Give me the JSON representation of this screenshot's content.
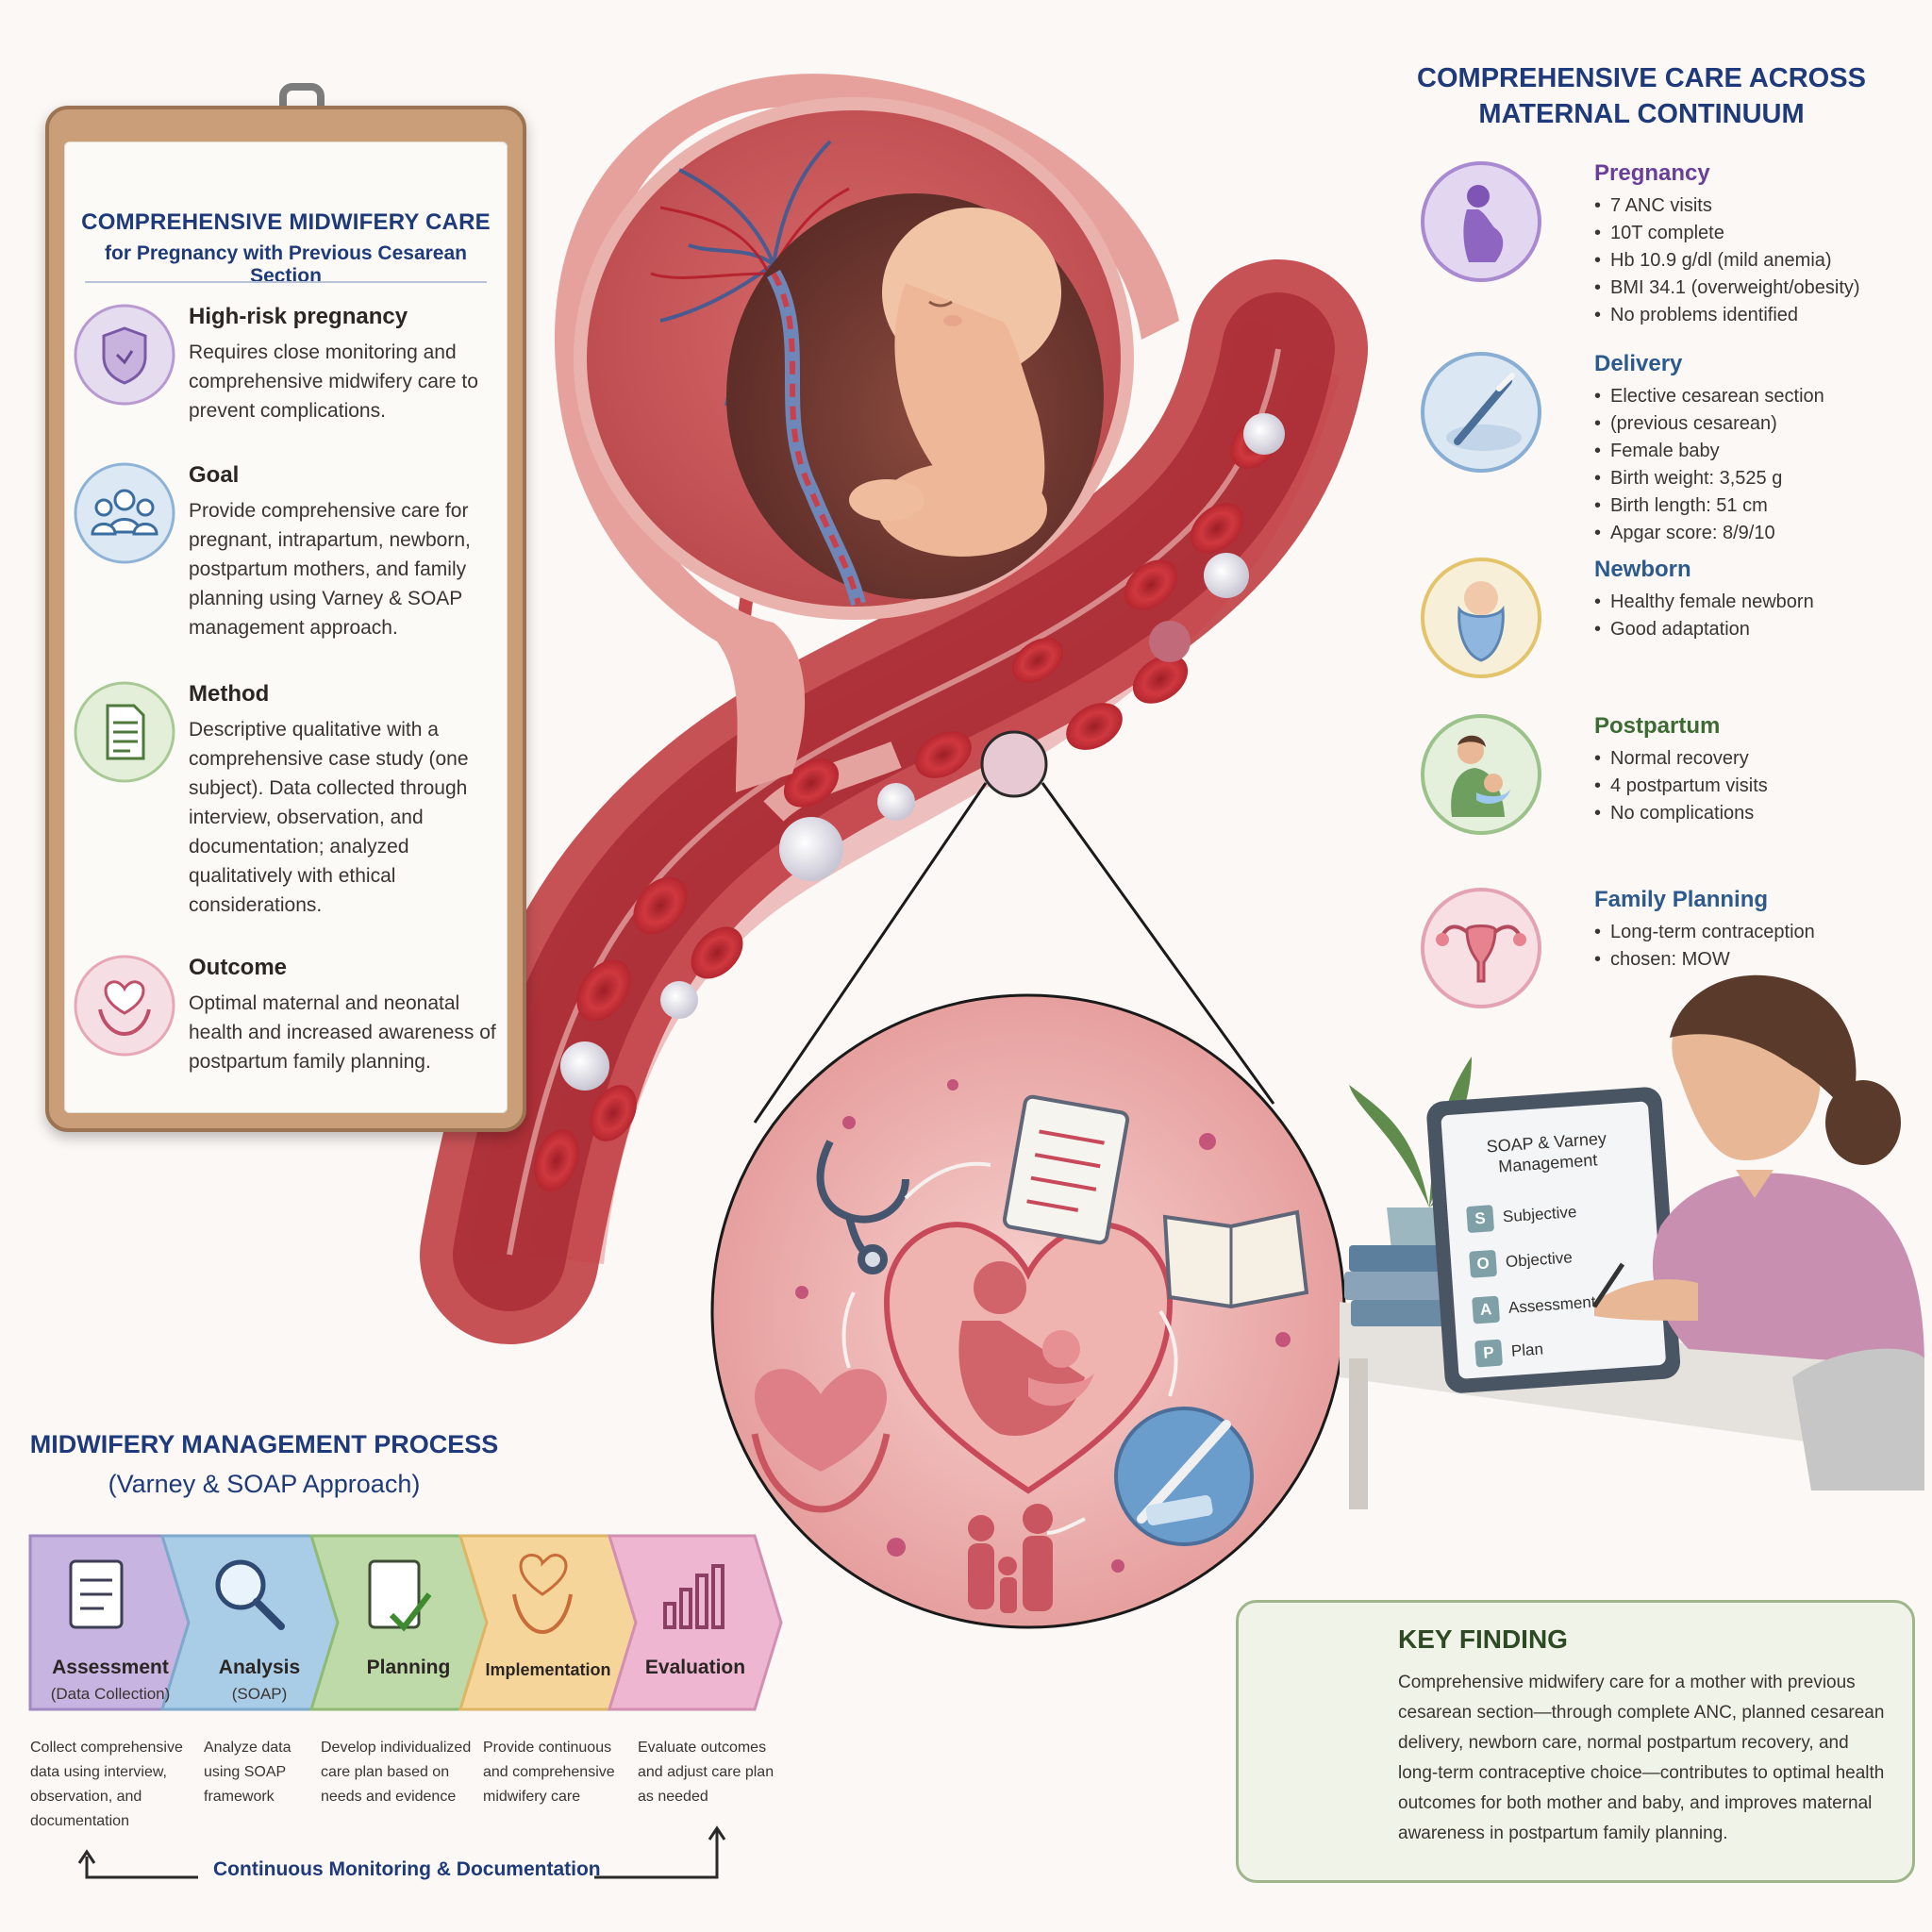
{
  "clipboard": {
    "title": "COMPREHENSIVE MIDWIFERY CARE",
    "subtitle": "for Pregnancy with Previous Cesarean Section",
    "items": [
      {
        "heading": "High-risk pregnancy",
        "text": "Requires close monitoring and comprehensive midwifery care to prevent complications.",
        "icon": "shield-icon",
        "color": "#b89ad0"
      },
      {
        "heading": "Goal",
        "text": "Provide comprehensive care for pregnant, intrapartum, newborn, postpartum mothers, and family planning using Varney & SOAP management approach.",
        "icon": "people-icon",
        "color": "#8eb3d6"
      },
      {
        "heading": "Method",
        "text": "Descriptive qualitative with a comprehensive case study (one subject). Data collected through interview, observation, and documentation; analyzed qualitatively with ethical considerations.",
        "icon": "document-icon",
        "color": "#a8c996"
      },
      {
        "heading": "Outcome",
        "text": "Optimal maternal and neonatal health and increased awareness of postpartum family planning.",
        "icon": "heart-hands-icon",
        "color": "#e7a7b7"
      }
    ]
  },
  "continuum": {
    "title_line1": "COMPREHENSIVE CARE ACROSS",
    "title_line2": "MATERNAL CONTINUUM",
    "stages": [
      {
        "heading": "Pregnancy",
        "color": "#6a3f9a",
        "ring": "#a98ad1",
        "icon": "pregnant-woman-icon",
        "points": [
          "7 ANC visits",
          "10T complete",
          "Hb 10.9 g/dl (mild anemia)",
          "BMI 34.1 (overweight/obesity)",
          "No problems identified"
        ]
      },
      {
        "heading": "Delivery",
        "color": "#2c5a8e",
        "ring": "#89aed3",
        "icon": "scalpel-icon",
        "points": [
          "Elective cesarean section",
          "(previous cesarean)",
          "Female baby",
          "Birth weight: 3,525 g",
          "Birth length: 51 cm",
          "Apgar score: 8/9/10"
        ]
      },
      {
        "heading": "Newborn",
        "color": "#2c5a8e",
        "ring": "#e3c46b",
        "icon": "newborn-icon",
        "points": [
          "Healthy female newborn",
          "Good adaptation"
        ]
      },
      {
        "heading": "Postpartum",
        "color": "#3e6b33",
        "ring": "#9cc28b",
        "icon": "mother-baby-icon",
        "points": [
          "Normal recovery",
          "4 postpartum visits",
          "No complications"
        ]
      },
      {
        "heading": "Family Planning",
        "color": "#2c5a8e",
        "ring": "#e4a3b4",
        "icon": "uterus-icon",
        "points": [
          "Long-term contraception",
          "chosen: MOW"
        ]
      }
    ]
  },
  "process": {
    "title_line1": "MIDWIFERY MANAGEMENT PROCESS",
    "title_line2": "(Varney & SOAP Approach)",
    "steps": [
      {
        "label": "Assessment",
        "sub": "(Data Collection)",
        "desc": "Collect comprehensive data using interview, observation, and documentation",
        "color": "#c8b4e0",
        "icon": "clipboard-icon"
      },
      {
        "label": "Analysis",
        "sub": "(SOAP)",
        "desc": "Analyze data using SOAP framework",
        "color": "#a9cde6",
        "icon": "magnifier-icon"
      },
      {
        "label": "Planning",
        "sub": "",
        "desc": "Develop individualized care plan based on needs and evidence",
        "color": "#bddaa8",
        "icon": "checklist-icon"
      },
      {
        "label": "Implementation",
        "sub": "",
        "desc": "Provide continuous and comprehensive midwifery care",
        "color": "#f6d59a",
        "icon": "care-hands-icon"
      },
      {
        "label": "Evaluation",
        "sub": "",
        "desc": "Evaluate outcomes and adjust care plan as needed",
        "color": "#eeb6d0",
        "icon": "bar-chart-icon"
      }
    ],
    "loop_label": "Continuous Monitoring & Documentation"
  },
  "key_finding": {
    "title": "KEY FINDING",
    "text": "Comprehensive midwifery care for a mother with previous cesarean section—through complete ANC, planned cesarean delivery, newborn care, normal postpartum recovery, and long-term contraceptive choice—contributes to optimal health outcomes for both mother and baby, and improves maternal awareness in postpartum family planning."
  },
  "tablet": {
    "title": "SOAP & Varney Management",
    "rows": [
      {
        "letter": "S",
        "label": "Subjective"
      },
      {
        "letter": "O",
        "label": "Objective"
      },
      {
        "letter": "A",
        "label": "Assessment"
      },
      {
        "letter": "P",
        "label": "Plan"
      }
    ]
  },
  "colors": {
    "navy": "#1f3a7a",
    "vessel": "#c94a4e",
    "blood_cell": "#c7303a",
    "zoom_bg": "#f0b8b6"
  }
}
